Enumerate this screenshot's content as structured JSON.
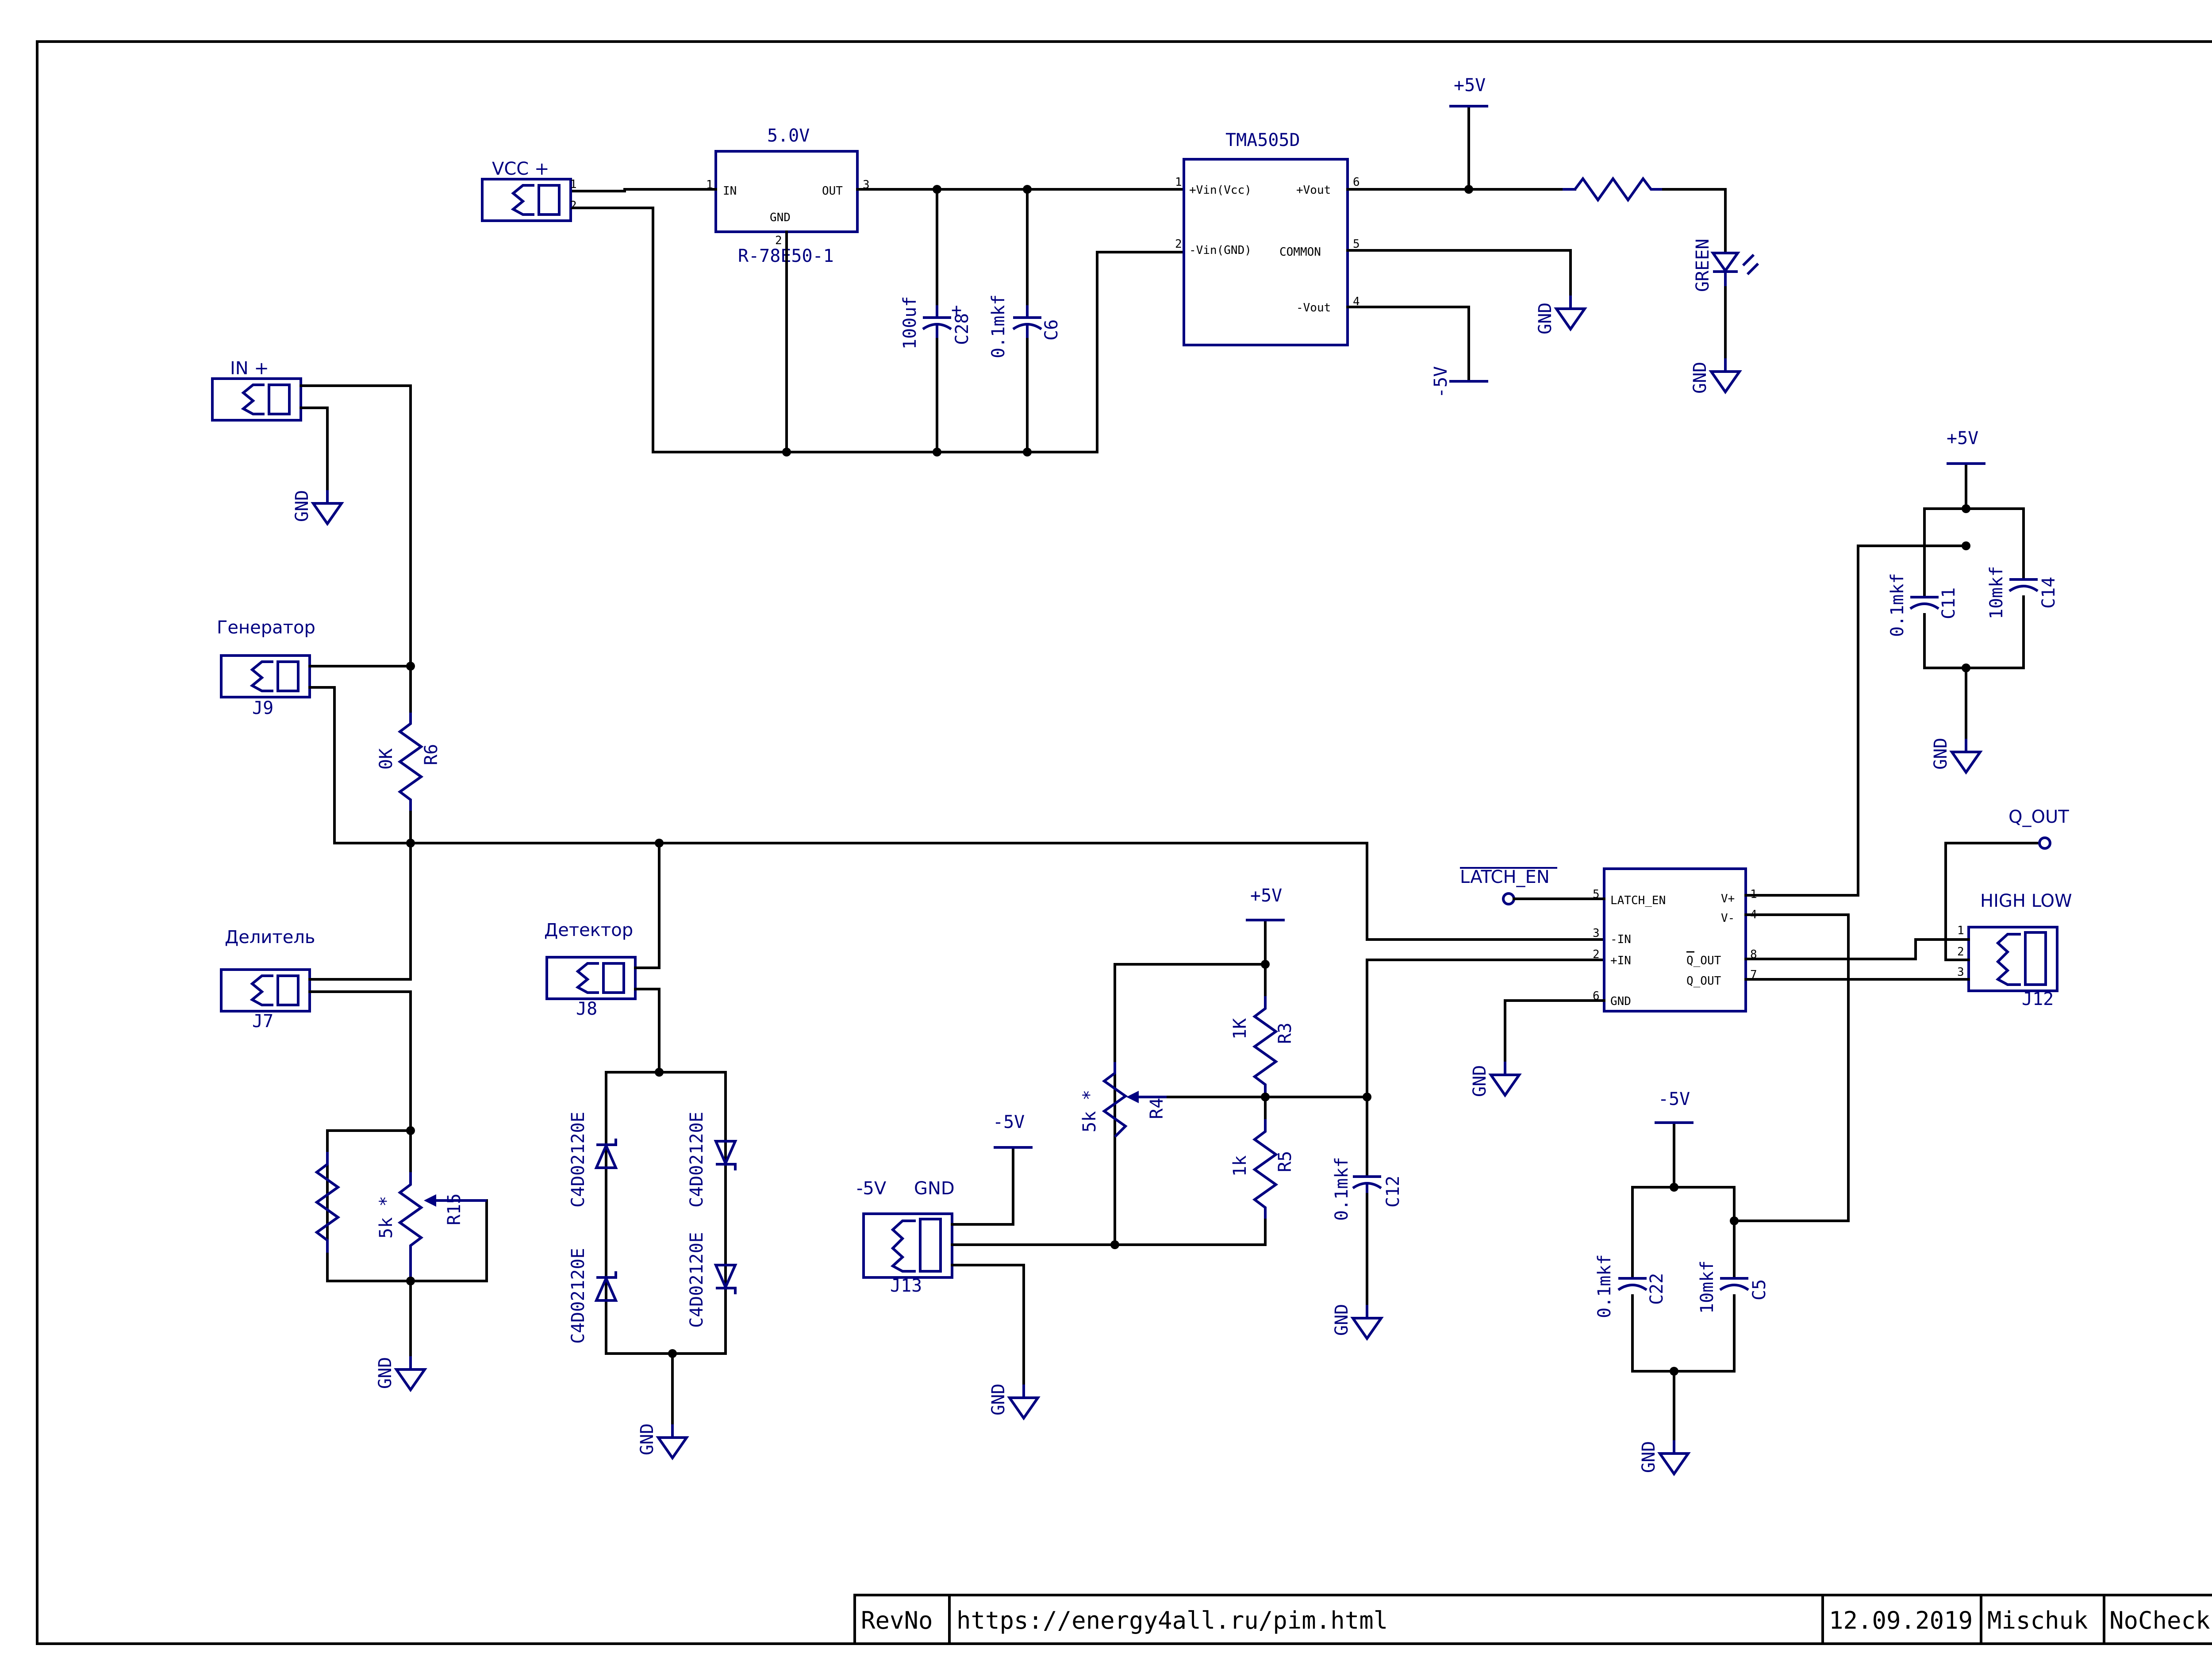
{
  "power": {
    "vcc_connector": "VCC +",
    "regulator": {
      "value": "5.0V",
      "part": "R-78E50-1",
      "pin_in": "IN",
      "pin_out": "OUT",
      "pin_gnd": "GND"
    },
    "c28": {
      "ref": "C28",
      "value": "100uf"
    },
    "c6": {
      "ref": "C6",
      "value": "0.1mkf"
    },
    "dcdc": {
      "part": "TMA505D",
      "pin_vin": "+Vin(Vcc)",
      "pin_gnd": "-Vin(GND)",
      "pin_vout_pos": "+Vout",
      "pin_common": "COMMON",
      "pin_vout_neg": "-Vout"
    },
    "led": "GREEN",
    "rails": {
      "pos5": "+5V",
      "neg5": "-5V",
      "gnd": "GND"
    }
  },
  "input": {
    "in_connector": "IN +",
    "generator": {
      "label": "Генератор",
      "ref": "J9"
    },
    "r6": {
      "ref": "R6",
      "value": "0K"
    },
    "divider": {
      "label": "Делитель",
      "ref": "J7"
    },
    "r15": {
      "ref": "R15",
      "value": "5k *"
    },
    "detector": {
      "label": "Детектор",
      "ref": "J8"
    },
    "diode_part": "C4D02120E"
  },
  "reference": {
    "j13": {
      "ref": "J13",
      "label_neg": "-5V",
      "label_gnd": "GND"
    },
    "r4": {
      "ref": "R4",
      "value": "5k *"
    },
    "r3": {
      "ref": "R3",
      "value": "1K"
    },
    "r5": {
      "ref": "R5",
      "value": "1k"
    },
    "c12": {
      "ref": "C12",
      "value": "0.1mkf"
    }
  },
  "comparator": {
    "latch_en_port": "LATCH_EN",
    "pins": {
      "latch": "LATCH_EN",
      "in_neg": "-IN",
      "in_pos": "+IN",
      "gnd": "GND",
      "vpos": "V+",
      "vneg": "V-",
      "qbar_out": "Q_OUT",
      "q_out": "Q_OUT",
      "qbar_overbar": "Q"
    },
    "q_out_port": "Q_OUT",
    "c11": {
      "ref": "C11",
      "value": "0.1mkf"
    },
    "c14": {
      "ref": "C14",
      "value": "10mkf"
    },
    "c22": {
      "ref": "C22",
      "value": "0.1mkf"
    },
    "c5": {
      "ref": "C5",
      "value": "10mkf"
    },
    "j12": {
      "ref": "J12",
      "label": "HIGH  LOW"
    }
  },
  "title_block": {
    "rev": "RevNo",
    "url": "https://energy4all.ru/pim.html",
    "date": "12.09.2019",
    "author": "Mischuk",
    "check": "NoCheck"
  }
}
